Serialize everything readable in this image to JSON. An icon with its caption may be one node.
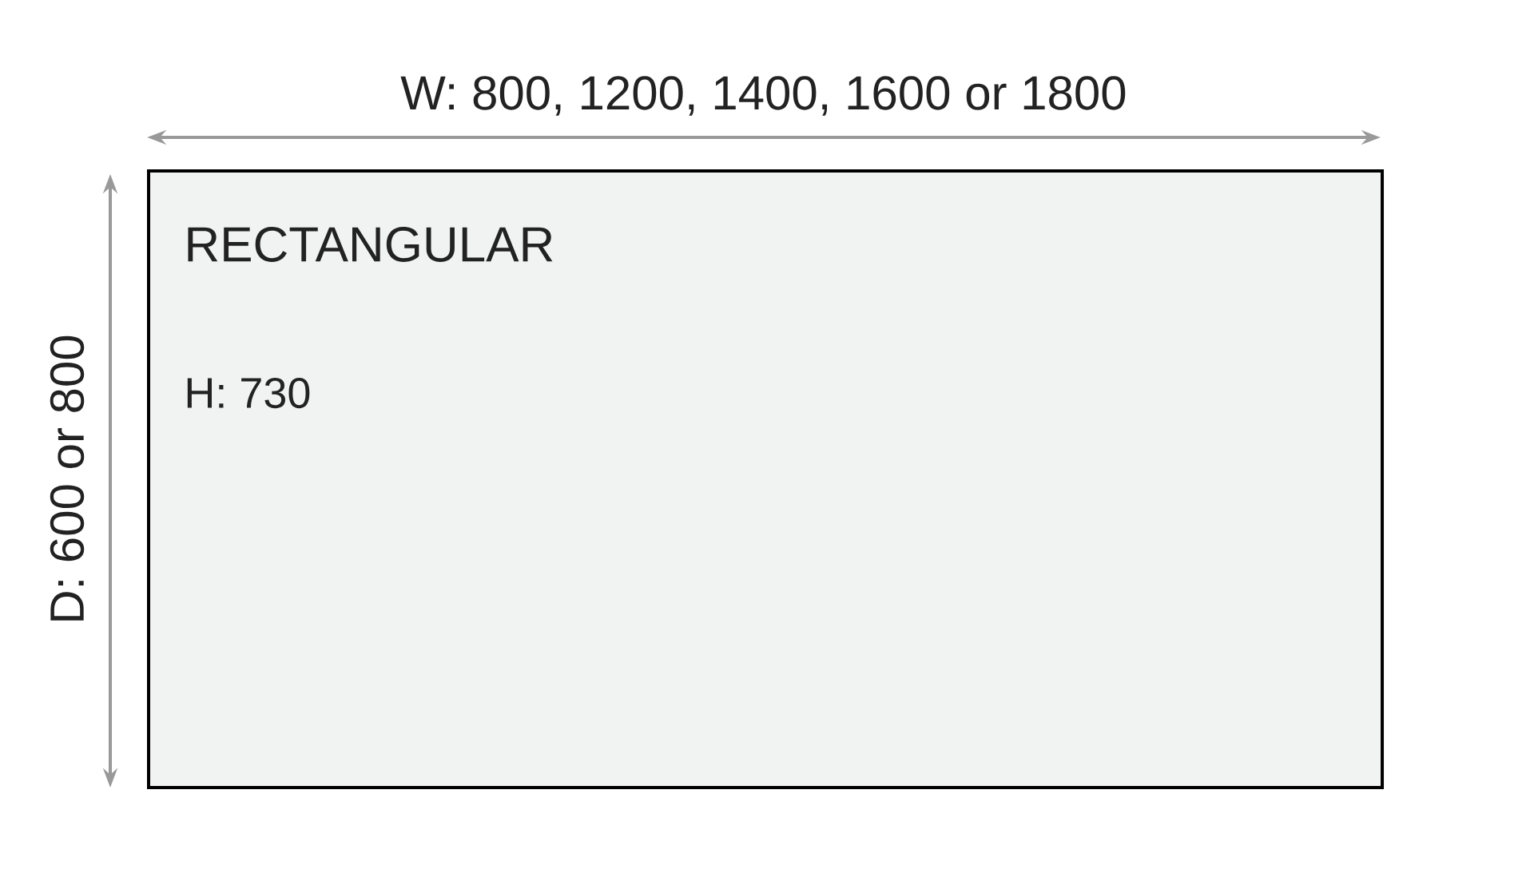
{
  "diagram": {
    "nodes": [
      {
        "text": [
          "RECTANGULAR",
          "H: 730"
        ]
      }
    ],
    "labels": [
      "W: 800, 1200, 1400, 1600 or 1800",
      "D: 600 or 800"
    ]
  }
}
